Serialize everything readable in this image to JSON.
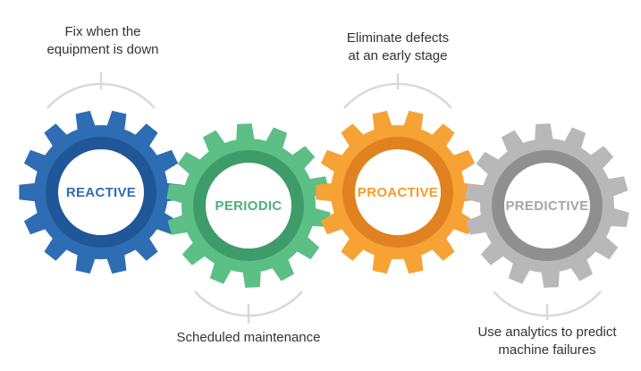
{
  "gears": [
    {
      "id": "reactive",
      "label": "REACTIVE",
      "description": [
        "Fix when the",
        "equipment is down"
      ],
      "colors": {
        "outer": "#2E6DB4",
        "inner": "#1F5799",
        "center": "#FFFFFF",
        "text": "#2E6DB4"
      }
    },
    {
      "id": "periodic",
      "label": "PERIODIC",
      "description": [
        "Scheduled maintenance"
      ],
      "colors": {
        "outer": "#5BBF86",
        "inner": "#3E9C69",
        "center": "#FFFFFF",
        "text": "#4CAF7A"
      }
    },
    {
      "id": "proactive",
      "label": "PROACTIVE",
      "description": [
        "Eliminate defects",
        "at an early stage"
      ],
      "colors": {
        "outer": "#F7A235",
        "inner": "#E08220",
        "center": "#FFFFFF",
        "text": "#F39C27"
      }
    },
    {
      "id": "predictive",
      "label": "PREDICTIVE",
      "description": [
        "Use analytics to predict",
        "machine failures"
      ],
      "colors": {
        "outer": "#B8B8B8",
        "inner": "#8F8F8F",
        "center": "#FFFFFF",
        "text": "#A6A6A6"
      }
    }
  ],
  "connector_color": "#D9D9D9"
}
